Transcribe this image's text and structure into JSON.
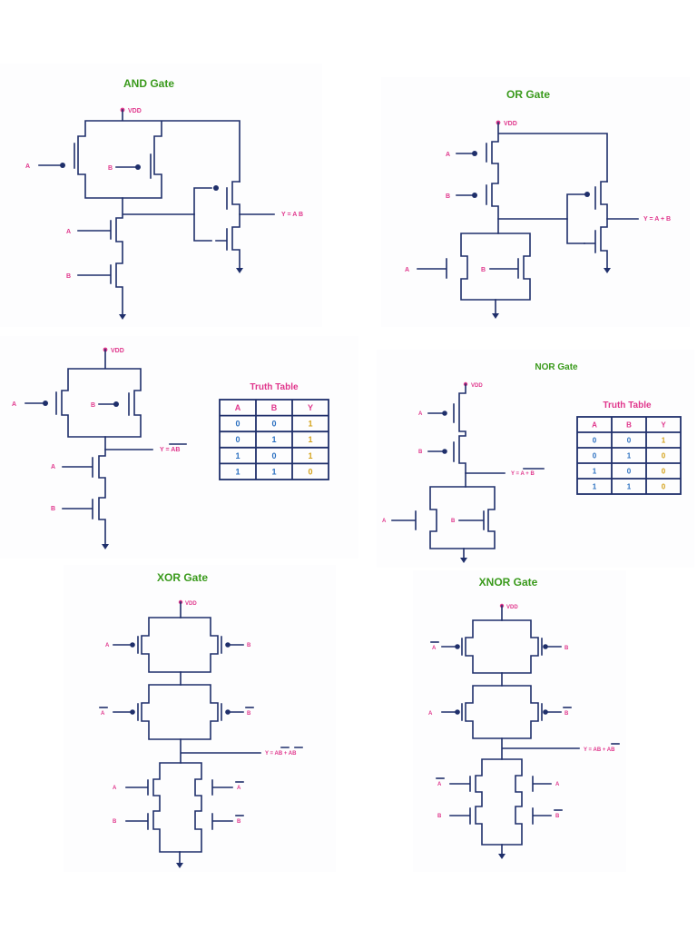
{
  "colors": {
    "title": "#3a9a1c",
    "label": "#e0368c",
    "wire": "#1f2f6b",
    "input_value": "#2a6fc0",
    "output_value": "#d4a21a"
  },
  "and": {
    "title": "AND Gate",
    "vdd": "VDD",
    "a1": "A",
    "b1": "B",
    "a2": "A",
    "b2": "B",
    "y": "Y = A B"
  },
  "or": {
    "title": "OR Gate",
    "vdd": "VDD",
    "a1": "A",
    "b1": "B",
    "a2": "A",
    "b2": "B",
    "y": "Y = A + B"
  },
  "nand": {
    "vdd": "VDD",
    "a1": "A",
    "b1": "B",
    "a2": "A",
    "b2": "B",
    "y": "Y = AB",
    "truth_table": {
      "title": "Truth Table",
      "headers": [
        "A",
        "B",
        "Y"
      ],
      "rows": [
        [
          "0",
          "0",
          "1"
        ],
        [
          "0",
          "1",
          "1"
        ],
        [
          "1",
          "0",
          "1"
        ],
        [
          "1",
          "1",
          "0"
        ]
      ]
    }
  },
  "nor": {
    "title": "NOR Gate",
    "vdd": "VDD",
    "a1": "A",
    "b1": "B",
    "a2": "A",
    "b2": "B",
    "y": "Y = A + B",
    "truth_table": {
      "title": "Truth Table",
      "headers": [
        "A",
        "B",
        "Y"
      ],
      "rows": [
        [
          "0",
          "0",
          "1"
        ],
        [
          "0",
          "1",
          "0"
        ],
        [
          "1",
          "0",
          "0"
        ],
        [
          "1",
          "1",
          "0"
        ]
      ]
    }
  },
  "xor": {
    "title": "XOR Gate",
    "vdd": "VDD",
    "y": "Y = AB + AB",
    "labels": {
      "p1a": "A",
      "p1b": "B",
      "p2a": "A",
      "p2b": "B",
      "n1l": "A",
      "n1r": "A",
      "n2l": "B",
      "n2r": "B"
    }
  },
  "xnor": {
    "title": "XNOR Gate",
    "vdd": "VDD",
    "y": "Y = AB + AB",
    "labels": {
      "p1a": "A",
      "p1b": "B",
      "p2a": "A",
      "p2b": "B",
      "n1l": "A",
      "n1r": "A",
      "n2l": "B",
      "n2r": "B"
    }
  }
}
